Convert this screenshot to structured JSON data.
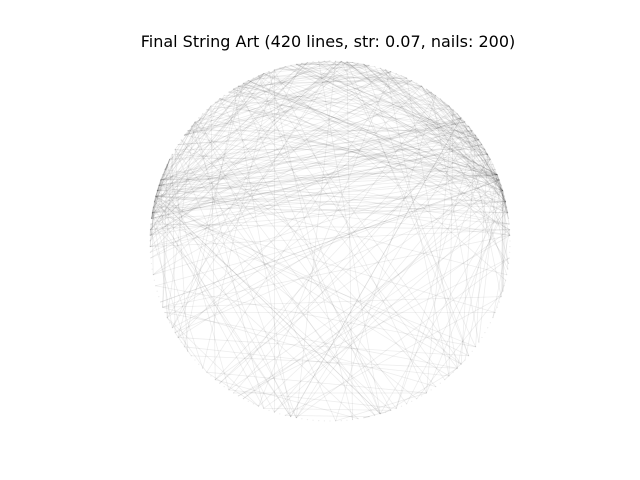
{
  "figure": {
    "title": "Final String Art (420 lines, str: 0.07, nails: 200)"
  },
  "string_art": {
    "lines": 420,
    "strength": 0.07,
    "nails": 200,
    "thread_color": "#000000",
    "background_color": "#ffffff"
  }
}
